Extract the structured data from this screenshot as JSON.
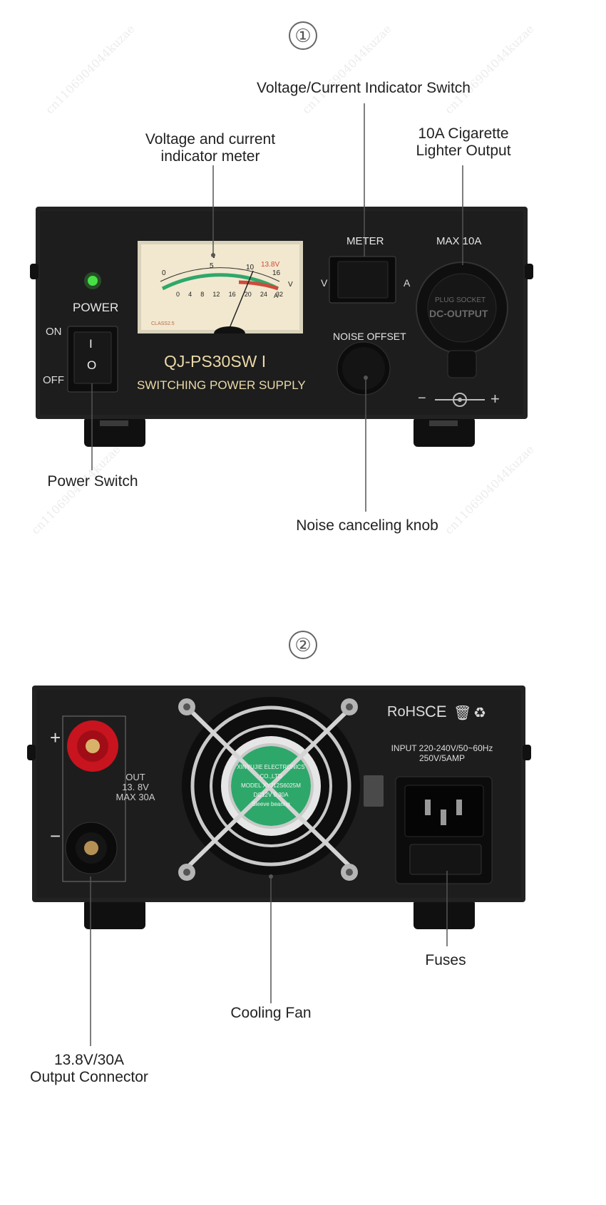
{
  "front": {
    "number": "①",
    "callouts": {
      "indicator_switch": "Voltage/Current Indicator Switch",
      "meter": [
        "Voltage and current",
        "indicator meter"
      ],
      "lighter": [
        "10A Cigarette",
        "Lighter Output"
      ],
      "power_switch": "Power Switch",
      "noise_knob": "Noise canceling knob"
    },
    "device": {
      "power_label": "POWER",
      "on_label": "ON",
      "off_label": "OFF",
      "switch_on_mark": "I",
      "switch_off_mark": "O",
      "model": "QJ-PS30SW I",
      "subtitle": "SWITCHING POWER SUPPLY",
      "meter_label": "METER",
      "v_label": "V",
      "a_label": "A",
      "noise_label": "NOISE OFFSET",
      "max_label": "MAX 10A",
      "socket_line1": "PLUG SOCKET",
      "socket_line2": "DC-OUTPUT",
      "polarity_minus": "−",
      "polarity_plus": "+",
      "gauge": {
        "voltage_ticks": [
          "0",
          "5",
          "10",
          "16"
        ],
        "voltage_unit": "V",
        "current_ticks": [
          "0",
          "4",
          "8",
          "12",
          "16",
          "20",
          "24",
          "32"
        ],
        "current_unit": "A",
        "nominal": "13.8V",
        "class_label": "CLASS2.5"
      }
    }
  },
  "rear": {
    "number": "②",
    "callouts": {
      "fan": "Cooling Fan",
      "fuses": "Fuses",
      "output": [
        "13.8V/30A",
        "Output Connector"
      ]
    },
    "device": {
      "plus": "+",
      "minus": "−",
      "out_lines": [
        "OUT",
        "13. 8V",
        "MAX 30A"
      ],
      "rohs": "RoHS",
      "ce": "CE",
      "input_line1": "INPUT  220-240V/50~60Hz",
      "input_line2": "250V/5AMP",
      "fan_lines": [
        "XINYUJIE ELECTRONICS CO.,LTD",
        "MODEL XYJ12S6025M",
        "DC12V 0.30A",
        "Sleeve bearing"
      ]
    }
  },
  "watermark": "cn1106904044kuzae",
  "colors": {
    "chassis": "#1d1d1d",
    "gauge_face": "#f2e8cf",
    "led": "#46e046",
    "terminal_red": "#c8141e",
    "fan_green": "#2ea86a"
  }
}
